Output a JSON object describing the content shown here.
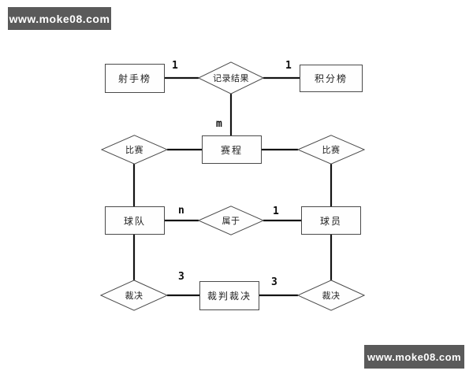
{
  "watermarks": {
    "top_left": "www.moke08.com",
    "bottom_right": "www.moke08.com"
  },
  "colors": {
    "background": "#ffffff",
    "badge_bg": "#5a5a5a",
    "badge_text": "#ffffff",
    "connector_line": "#141414",
    "shape_border": "#4a4a4a",
    "shape_fill": "#fefefe",
    "label_text": "#222222"
  },
  "diagram": {
    "type": "er-diagram",
    "entities": [
      {
        "id": "shooter-board",
        "label": "射手榜"
      },
      {
        "id": "points-board",
        "label": "积分榜"
      },
      {
        "id": "schedule",
        "label": "赛程"
      },
      {
        "id": "team",
        "label": "球队"
      },
      {
        "id": "player",
        "label": "球员"
      },
      {
        "id": "referee-ruling",
        "label": "裁判裁决"
      }
    ],
    "relationships": [
      {
        "id": "record-result",
        "label": "记录结果"
      },
      {
        "id": "match-left",
        "label": "比赛"
      },
      {
        "id": "match-right",
        "label": "比赛"
      },
      {
        "id": "belongs-to",
        "label": "属于"
      },
      {
        "id": "ruling-left",
        "label": "裁决"
      },
      {
        "id": "ruling-right",
        "label": "裁决"
      }
    ],
    "connections": [
      {
        "from": "射手榜",
        "to": "记录结果",
        "cardinality": "1"
      },
      {
        "from": "记录结果",
        "to": "积分榜",
        "cardinality": "1"
      },
      {
        "from": "记录结果",
        "to": "赛程",
        "cardinality": "m"
      },
      {
        "from": "比赛(左)",
        "to": "赛程"
      },
      {
        "from": "赛程",
        "to": "比赛(右)"
      },
      {
        "from": "比赛(左)",
        "to": "球队"
      },
      {
        "from": "比赛(右)",
        "to": "球员"
      },
      {
        "from": "球队",
        "to": "属于",
        "cardinality": "n"
      },
      {
        "from": "属于",
        "to": "球员",
        "cardinality": "1"
      },
      {
        "from": "球队",
        "to": "裁决(左)"
      },
      {
        "from": "球员",
        "to": "裁决(右)"
      },
      {
        "from": "裁决(左)",
        "to": "裁判裁决",
        "cardinality": "3"
      },
      {
        "from": "裁判裁决",
        "to": "裁决(右)",
        "cardinality": "3"
      }
    ]
  }
}
